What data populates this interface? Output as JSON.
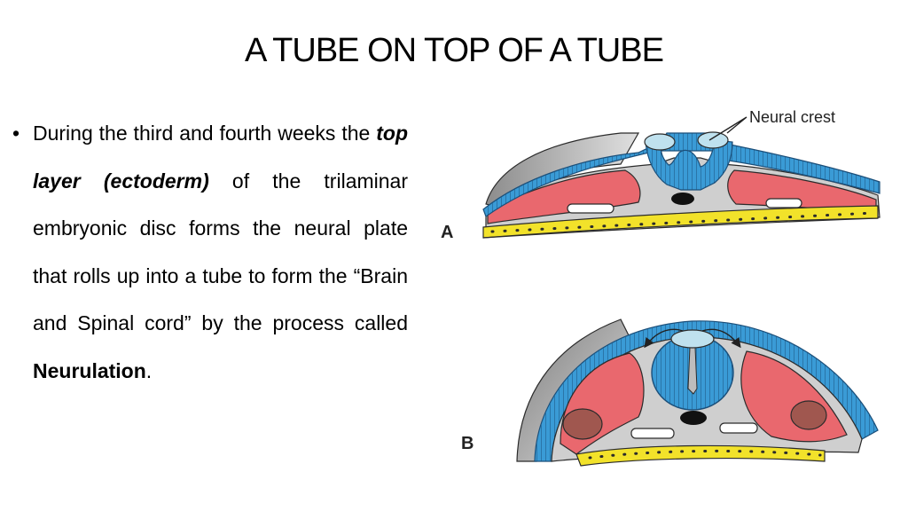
{
  "slide": {
    "title": "A TUBE ON TOP OF A TUBE",
    "bullet": {
      "dot": "•",
      "part1": "During the third and fourth weeks the ",
      "emphasis": "top layer (ectoderm)",
      "part2": " of the trilaminar embryonic disc forms the neural plate that rolls up into a tube to form the “Brain and Spinal cord” by the process called ",
      "bold_term": "Neurulation",
      "part3": "."
    }
  },
  "figure": {
    "label_neural_crest": "Neural crest",
    "panel_a_letter": "A",
    "panel_b_letter": "B",
    "colors": {
      "ectoderm": "#3a9bd6",
      "mesoderm": "#e9686e",
      "neural_crest": "#bfe1ee",
      "endoderm": "#f2e22a",
      "gray": "#c9c9c9",
      "outline": "#2b2b2b"
    }
  }
}
